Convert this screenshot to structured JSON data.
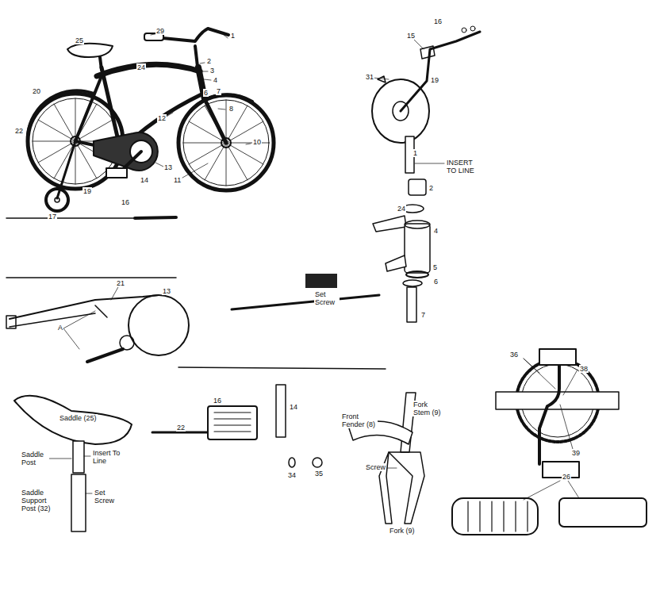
{
  "diagram": {
    "labels": [
      "29",
      "1",
      "25",
      "2",
      "3",
      "24",
      "4",
      "20",
      "6",
      "7",
      "8",
      "12",
      "22",
      "10",
      "13",
      "11",
      "14",
      "16",
      "17",
      "19",
      "16",
      "15",
      "31",
      "19",
      "1",
      "INSERT TO LINE",
      "2",
      "24",
      "4",
      "5",
      "6",
      "7",
      "Set Screw",
      "21",
      "13",
      "A",
      "Saddle (25)",
      "Saddle Post",
      "Insert To Line",
      "Set Screw",
      "Saddle Support Post (32)",
      "22",
      "16",
      "14",
      "34",
      "35",
      "Fork Stem (9)",
      "Front Fender (8)",
      "Screw",
      "Fork (9)",
      "36",
      "38",
      "39",
      "26"
    ]
  }
}
